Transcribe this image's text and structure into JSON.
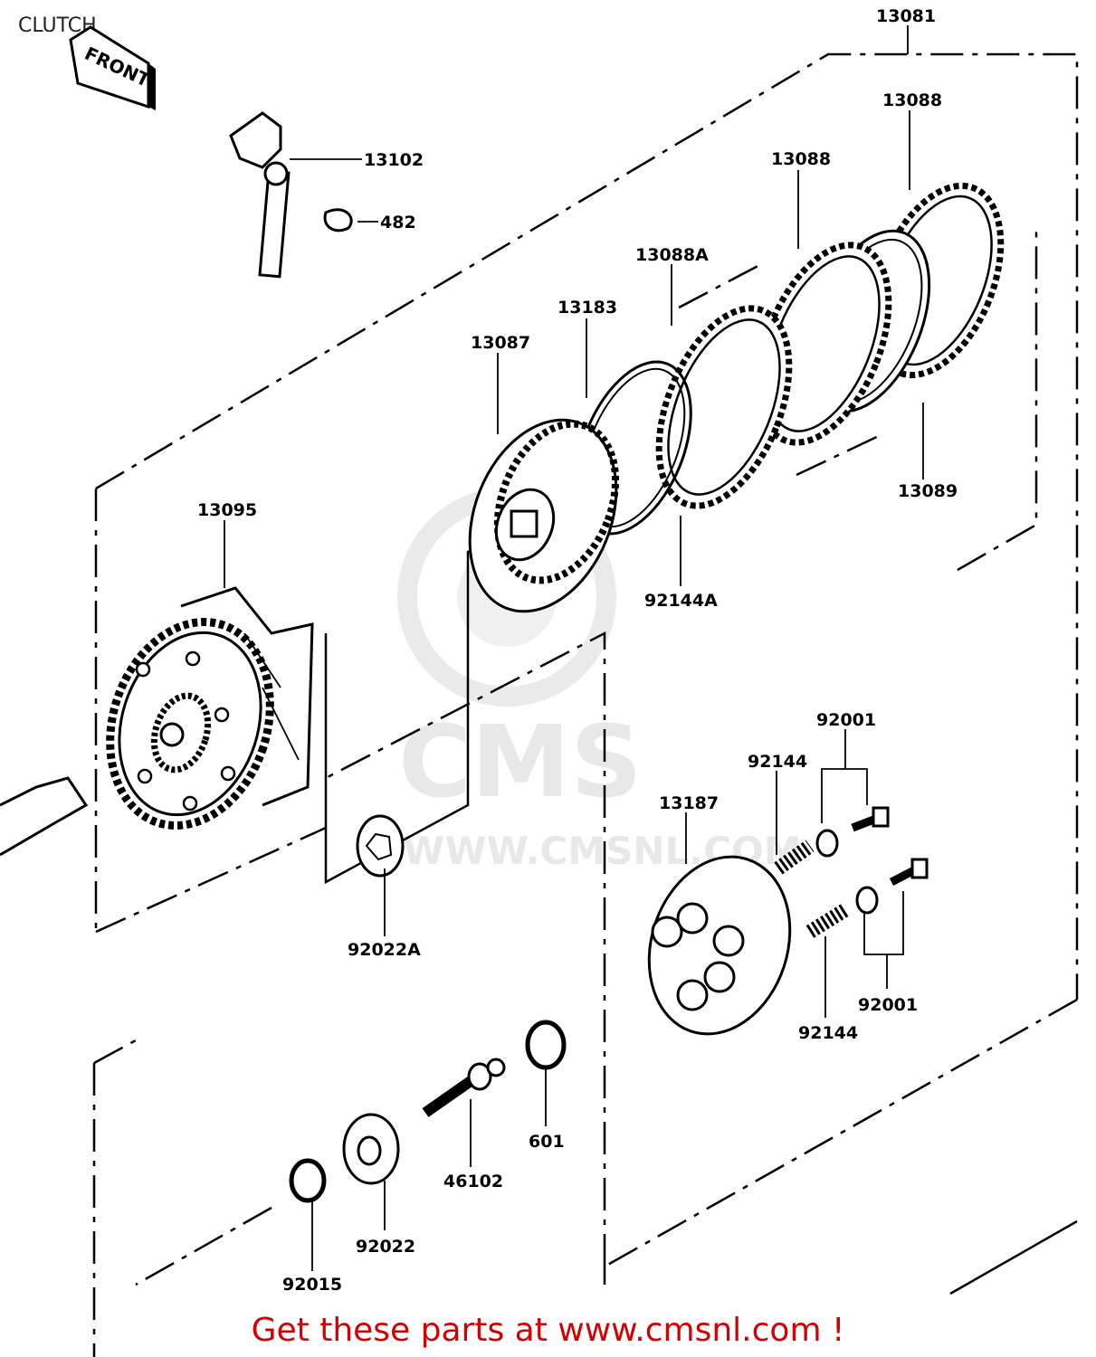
{
  "header": {
    "title": "CLUTCH"
  },
  "front_arrow": {
    "label": "FRONT"
  },
  "watermark": {
    "logo_text": "CMS",
    "site_text": "WWW.CMSNL.COM"
  },
  "parts": [
    {
      "number": "13081"
    },
    {
      "number": "13088"
    },
    {
      "number": "13088"
    },
    {
      "number": "13102"
    },
    {
      "number": "482"
    },
    {
      "number": "13088A"
    },
    {
      "number": "13183"
    },
    {
      "number": "13087"
    },
    {
      "number": "13089"
    },
    {
      "number": "13095"
    },
    {
      "number": "92144A"
    },
    {
      "number": "92001"
    },
    {
      "number": "92144"
    },
    {
      "number": "13187"
    },
    {
      "number": "92022A"
    },
    {
      "number": "92001"
    },
    {
      "number": "92144"
    },
    {
      "number": "601"
    },
    {
      "number": "46102"
    },
    {
      "number": "92022"
    },
    {
      "number": "92015"
    }
  ],
  "footer": {
    "text": "Get these parts at www.cmsnl.com !",
    "color": "#d40000"
  }
}
